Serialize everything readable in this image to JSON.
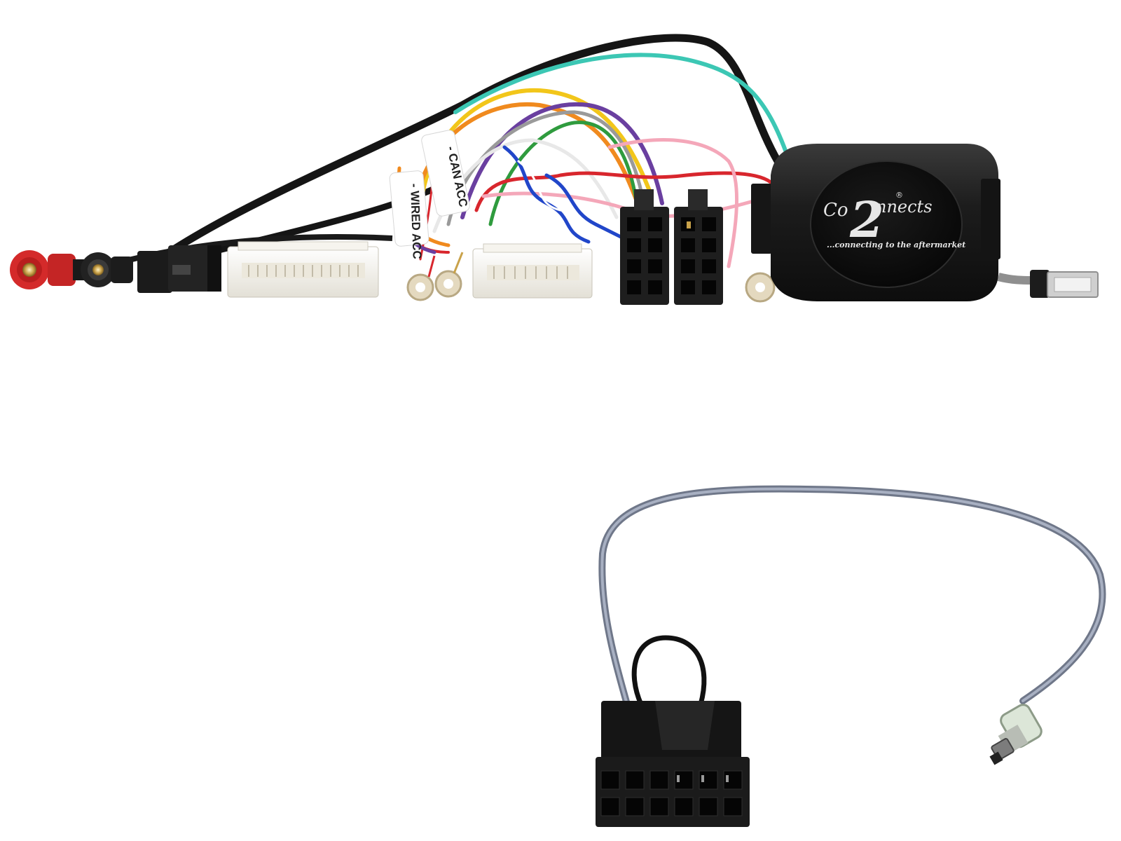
{
  "product": {
    "brand": {
      "word_start": "Co",
      "numeral": "2",
      "word_end": "nnects",
      "registered": "®",
      "tagline": "...connecting to the aftermarket"
    },
    "tags": {
      "can_acc": "- CAN ACC",
      "wired_acc": "- WIRED ACC"
    },
    "colors": {
      "background": "#ffffff",
      "interface_box": "#1c1c1c",
      "rca_red": "#d42a2a",
      "connector_white": "#f2f0ea",
      "iso_black": "#1e1e1e",
      "patch_lead": "#8a93a6",
      "wire_teal": "#3cc7b4",
      "wire_yellow": "#f2c61a",
      "wire_orange": "#f08a1e",
      "wire_purple": "#6a3fa0",
      "wire_blue": "#2146c9",
      "wire_pink": "#f4a7b9",
      "wire_red": "#d8262d",
      "wire_green": "#2f9b3e",
      "wire_grey": "#9a9a9a"
    }
  }
}
